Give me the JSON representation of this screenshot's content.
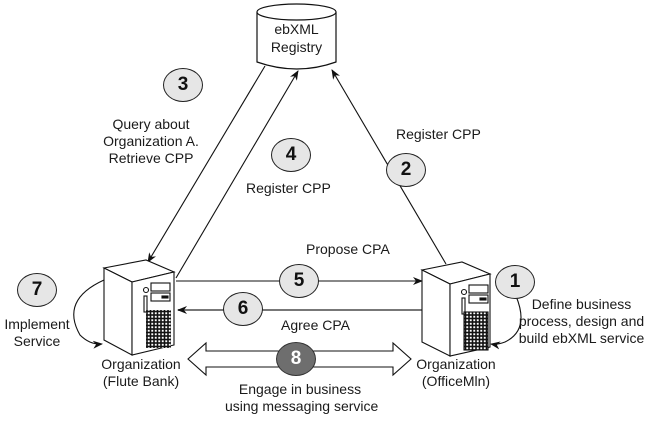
{
  "registry": {
    "line1": "ebXML",
    "line2": "Registry"
  },
  "steps": [
    {
      "number": "1",
      "text_lines": [
        "Define business",
        "process, design and",
        "build ebXML service"
      ]
    },
    {
      "number": "2",
      "text_lines": [
        "Register CPP"
      ]
    },
    {
      "number": "3",
      "text_lines": [
        "Query about",
        "Organization A.",
        "Retrieve CPP"
      ]
    },
    {
      "number": "4",
      "text_lines": [
        "Register CPP"
      ]
    },
    {
      "number": "5",
      "text_lines": [
        "Propose CPA"
      ]
    },
    {
      "number": "6",
      "text_lines": [
        "Agree CPA"
      ]
    },
    {
      "number": "7",
      "text_lines": [
        "Implement",
        "Service"
      ]
    },
    {
      "number": "8",
      "text_lines": [
        "Engage in business",
        "using messaging service"
      ]
    }
  ],
  "organizations": {
    "left": {
      "line1": "Organization",
      "line2": "(Flute Bank)"
    },
    "right": {
      "line1": "Organization",
      "line2": "(OfficeMln)"
    }
  },
  "colors": {
    "badge_fill": "#e6e6e6",
    "badge_dark_fill": "#6e6e6e",
    "line": "#111111",
    "gray_line": "#777777"
  }
}
